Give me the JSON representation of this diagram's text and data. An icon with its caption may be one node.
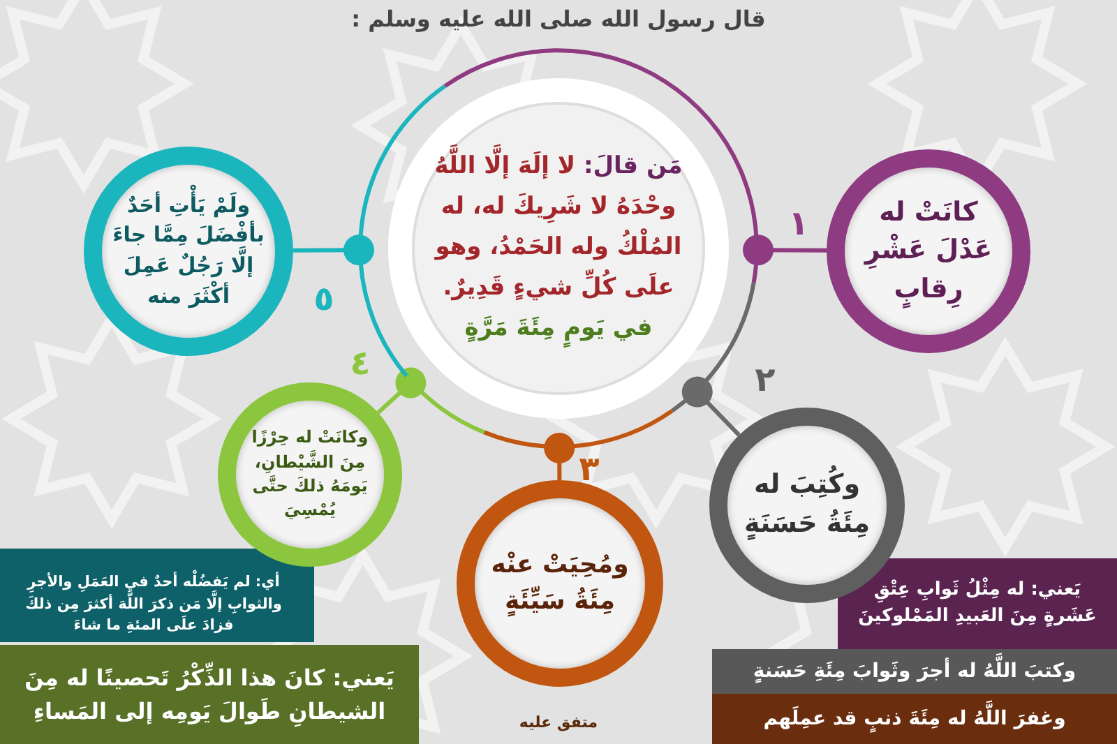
{
  "diagram": {
    "title": "قال رسول الله صلى الله عليه وسلم :",
    "nodes": [
      {
        "text": [
          "مَن قالَ:",
          "لا إلَهَ إلَّا اللَّهُ وحْدَهُ لا شَرِيكَ له، له المُلْكُ وله الحَمْدُ، وهو علَى كُلِّ شيءٍ قَدِيرٌ.",
          "في يَومٍ مِئَةَ مَرَّةٍ"
        ]
      },
      {
        "text": [
          "كانَتْ له عَدْلَ عَشْرِ رِقابٍ"
        ],
        "beside": [
          "١"
        ]
      },
      {
        "text": [
          "وكُتِبَ له مِئَةُ حَسَنَةٍ"
        ],
        "beside": [
          "٢"
        ]
      },
      {
        "text": [
          "ومُحِيَتْ عنْه مِئَةُ سَيِّئَةٍ"
        ],
        "beside": [
          "٣"
        ]
      },
      {
        "text": [
          "وكانَتْ له حِرْزًا مِنَ الشَّيْطانِ، يَومَهُ ذلكَ حتَّى يُمْسِيَ"
        ],
        "beside": [
          "٤"
        ]
      },
      {
        "text": [
          "ولَمْ يَأْتِ أحَدٌ بأفْضَلَ مِمَّا جاءَ إلَّا رَجُلٌ عَمِلَ أكْثَرَ منه"
        ],
        "beside": [
          "٥"
        ]
      },
      {
        "text": [
          "يَعني: له مِثْلُ ثَوابِ عِتْقِ عَشَرةٍ مِنَ العَبيدِ المَمْلوكينَ"
        ]
      },
      {
        "text": [
          "وكتبَ اللَّهُ له أجرَ وثَوابَ مِئَةِ حَسَنةٍ"
        ]
      },
      {
        "text": [
          "وغفرَ اللَّهُ له مِئَةَ ذنبٍ قد عمِلَهم"
        ]
      },
      {
        "text": [
          "أي: لم يَفضُلْه أحدٌ في العَمَلِ والأجرِ والثوابِ إلَّا مَن ذكرَ اللَّهَ أكثرَ مِن ذلكَ فزادَ علَى المئةِ ما شاءَ"
        ]
      },
      {
        "text": [
          "يَعني: كانَ هذا الذِّكْرُ تَحصينًا له مِنَ الشيطانِ طَوالَ يَومِه إلى المَساءِ"
        ]
      }
    ],
    "edges": [
      {
        "from": 0,
        "to": 1,
        "arrow": "other",
        "color": "#8e3b82"
      },
      {
        "from": 0,
        "to": 2,
        "arrow": "other",
        "color": "#6a6a6a"
      },
      {
        "from": 0,
        "to": 3,
        "arrow": "other",
        "color": "#c0560f"
      },
      {
        "from": 0,
        "to": 4,
        "arrow": "other",
        "color": "#8cc63f"
      },
      {
        "from": 0,
        "to": 5,
        "arrow": "other",
        "color": "#1bb5bd"
      }
    ],
    "labels": [
      "متفق عليه"
    ]
  }
}
